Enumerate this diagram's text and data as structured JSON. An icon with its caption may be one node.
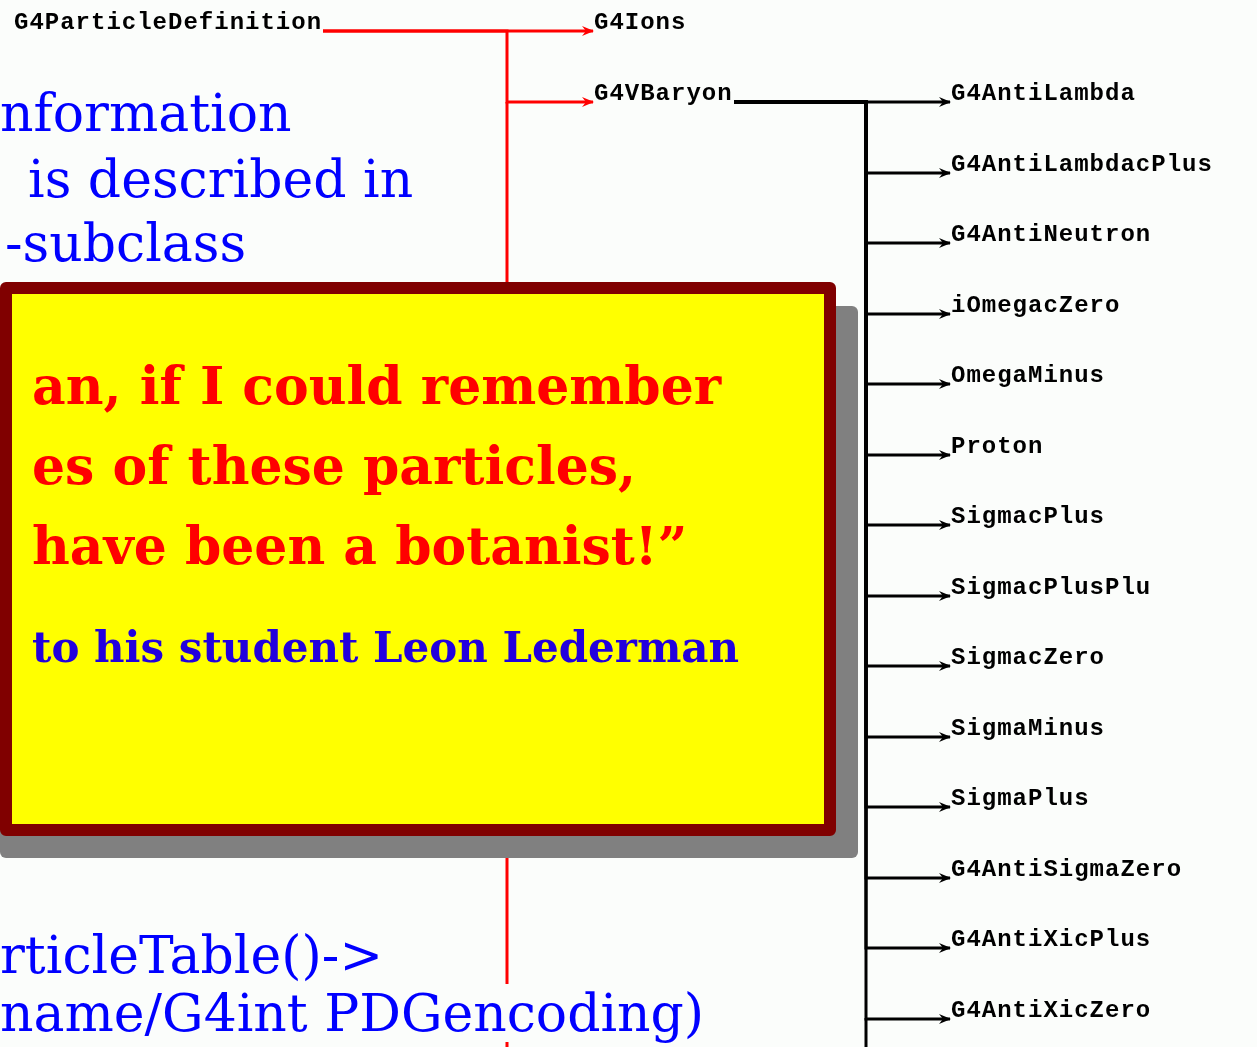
{
  "diagram": {
    "nodes": [
      {
        "text": [
          "G4ParticleDefinition"
        ]
      },
      {
        "text": [
          "G4Ions"
        ]
      },
      {
        "text": [
          "G4VBaryon"
        ]
      },
      {
        "text": [
          "G4AntiLambda"
        ]
      },
      {
        "text": [
          "G4AntiLambdacPlus"
        ]
      },
      {
        "text": [
          "G4AntiNeutron"
        ]
      },
      {
        "text": [
          "iOmegacZero"
        ]
      },
      {
        "text": [
          "OmegaMinus"
        ]
      },
      {
        "text": [
          "Proton"
        ]
      },
      {
        "text": [
          "SigmacPlus"
        ]
      },
      {
        "text": [
          "SigmacPlusPlu"
        ]
      },
      {
        "text": [
          "SigmacZero"
        ]
      },
      {
        "text": [
          "SigmaMinus"
        ]
      },
      {
        "text": [
          "SigmaPlus"
        ]
      },
      {
        "text": [
          "G4AntiSigmaZero"
        ]
      },
      {
        "text": [
          "G4AntiXicPlus"
        ]
      },
      {
        "text": [
          "G4AntiXicZero"
        ]
      },
      {
        "text": [
          "an, if I could remember",
          "es of these particles,",
          "have been a botanist!”",
          "to his student Leon Lederman"
        ]
      }
    ],
    "edges": [
      {
        "from": 0,
        "to": 1,
        "arrow": "to",
        "color": "#ff0000"
      },
      {
        "from": 0,
        "to": 2,
        "arrow": "to",
        "color": "#ff0000"
      },
      {
        "from": 2,
        "to": 3,
        "arrow": "to"
      },
      {
        "from": 2,
        "to": 4,
        "arrow": "to"
      },
      {
        "from": 2,
        "to": 5,
        "arrow": "to"
      },
      {
        "from": 2,
        "to": 6,
        "arrow": "to"
      },
      {
        "from": 2,
        "to": 7,
        "arrow": "to"
      },
      {
        "from": 2,
        "to": 8,
        "arrow": "to"
      },
      {
        "from": 2,
        "to": 9,
        "arrow": "to"
      },
      {
        "from": 2,
        "to": 10,
        "arrow": "to"
      },
      {
        "from": 2,
        "to": 11,
        "arrow": "to"
      },
      {
        "from": 2,
        "to": 12,
        "arrow": "to"
      },
      {
        "from": 2,
        "to": 13,
        "arrow": "to"
      },
      {
        "from": 2,
        "to": 14,
        "arrow": "to"
      },
      {
        "from": 2,
        "to": 15,
        "arrow": "to"
      },
      {
        "from": 2,
        "to": 16,
        "arrow": "to"
      }
    ],
    "labels": [
      "nformation",
      "is described in",
      "-subclass",
      "rticleTable()->",
      "name/G4int PDGencoding)"
    ]
  }
}
